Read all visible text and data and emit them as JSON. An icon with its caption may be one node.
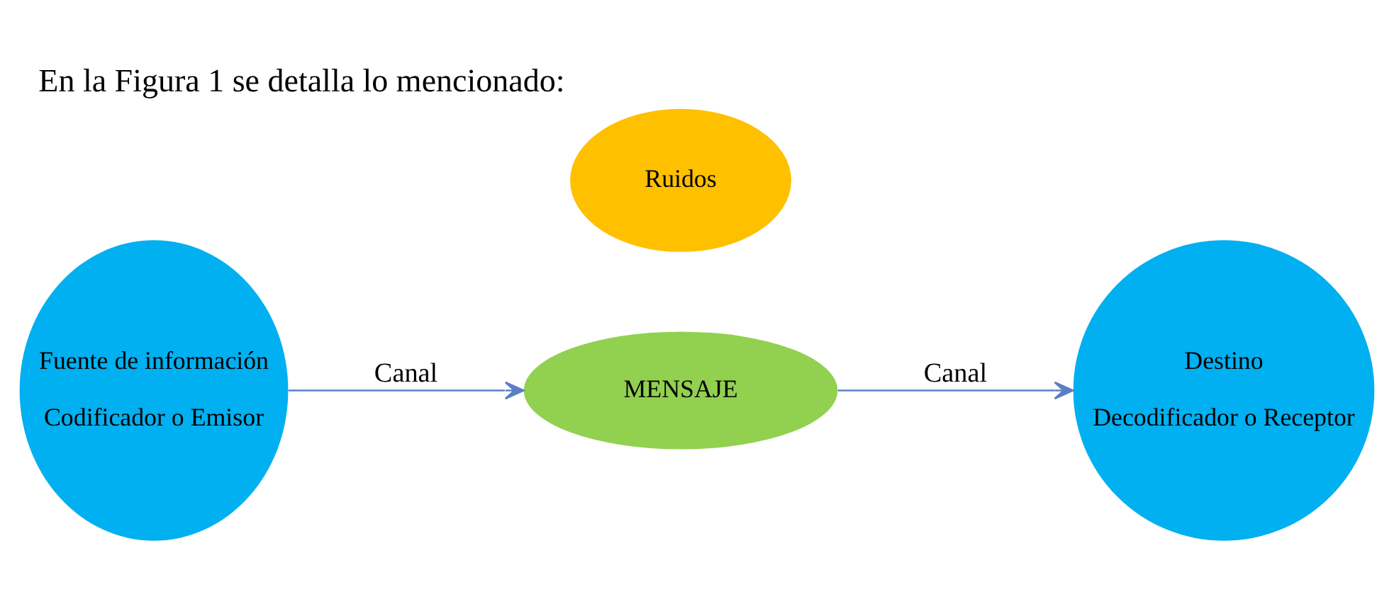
{
  "diagram": {
    "title": "En la Figura 1 se detalla lo mencionado:",
    "nodes": [
      {
        "text": [
          "Fuente de información",
          "Codificador o Emisor"
        ]
      },
      {
        "text": [
          "Ruidos"
        ]
      },
      {
        "text": [
          "MENSAJE"
        ]
      },
      {
        "text": [
          "Destino",
          "Decodificador o Receptor"
        ]
      }
    ],
    "edges": [
      {
        "from": 0,
        "to": 2,
        "arrow": "to",
        "label": "Canal"
      },
      {
        "from": 2,
        "to": 3,
        "arrow": "to",
        "label": "Canal"
      }
    ]
  }
}
